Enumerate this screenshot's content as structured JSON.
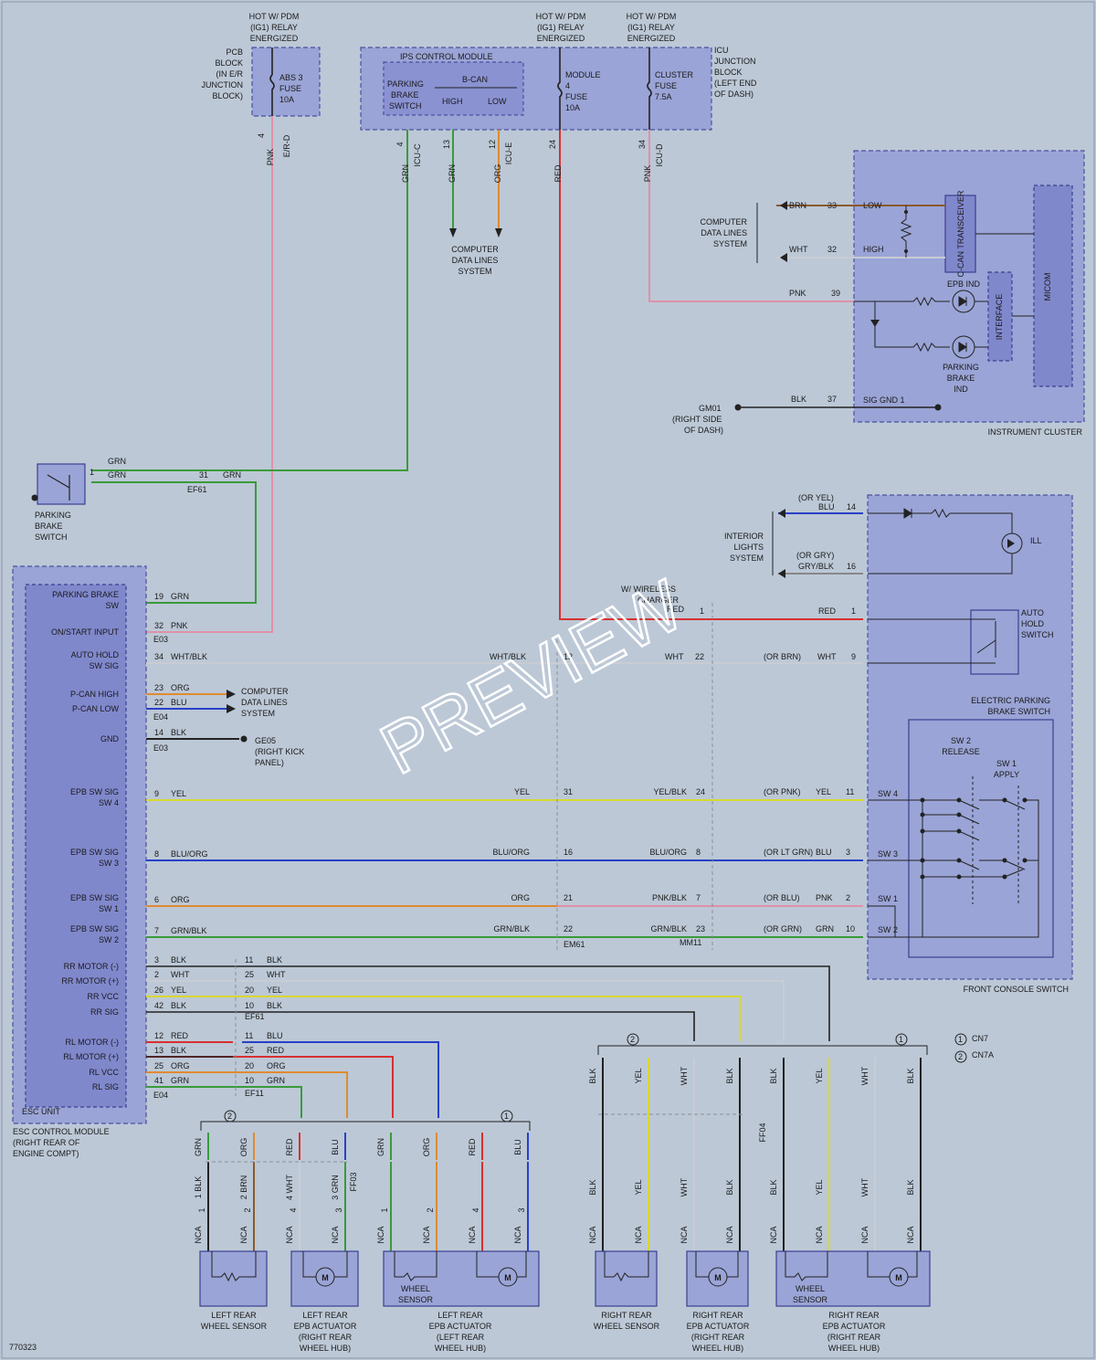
{
  "colors": {
    "grn": "#3a9a3a",
    "pnk": "#e090a8",
    "red": "#d83030",
    "org": "#e08a30",
    "blu": "#2840c8",
    "yel": "#d8d830",
    "wht": "#c8ccd4",
    "blk": "#222222",
    "brn": "#8a5a2a",
    "gry": "#888888"
  },
  "top": {
    "hot_left": [
      "HOT W/ PDM",
      "(IG1) RELAY",
      "ENERGIZED"
    ],
    "hot_mid": [
      "HOT W/ PDM",
      "(IG1) RELAY",
      "ENERGIZED"
    ],
    "hot_right": [
      "HOT W/ PDM",
      "(IG1) RELAY",
      "ENERGIZED"
    ],
    "pcb_block": [
      "PCB",
      "BLOCK",
      "(IN E/R",
      "JUNCTION",
      "BLOCK)"
    ],
    "abs_fuse": [
      "ABS 3",
      "FUSE",
      "10A"
    ],
    "ips_module": "IPS CONTROL MODULE",
    "bcan": "B-CAN",
    "parking_brake_switch": [
      "PARKING",
      "BRAKE",
      "SWITCH"
    ],
    "high": "HIGH",
    "low": "LOW",
    "module_fuse": [
      "MODULE",
      "4",
      "FUSE",
      "10A"
    ],
    "cluster_fuse": [
      "CLUSTER",
      "FUSE",
      "7.5A"
    ],
    "icu_block": [
      "ICU",
      "JUNCTION",
      "BLOCK",
      "(LEFT END",
      "OF DASH)"
    ],
    "pins": [
      {
        "num": "4",
        "wire": "PNK",
        "conn": "E/R-D"
      },
      {
        "num": "4",
        "wire": "GRN",
        "conn": "ICU-C"
      },
      {
        "num": "13",
        "wire": "GRN",
        "conn": ""
      },
      {
        "num": "12",
        "wire": "ORG",
        "conn": "ICU-E"
      },
      {
        "num": "24",
        "wire": "RED",
        "conn": ""
      },
      {
        "num": "34",
        "wire": "PNK",
        "conn": "ICU-D"
      }
    ],
    "computer_data": [
      "COMPUTER",
      "DATA LINES",
      "SYSTEM"
    ]
  },
  "cluster": {
    "title": "INSTRUMENT CLUSTER",
    "computer_data": [
      "COMPUTER",
      "DATA LINES",
      "SYSTEM"
    ],
    "rows": [
      {
        "wire": "BRN",
        "pin": "33",
        "sig": "LOW"
      },
      {
        "wire": "WHT",
        "pin": "32",
        "sig": "HIGH"
      },
      {
        "wire": "PNK",
        "pin": "39",
        "sig": ""
      },
      {
        "wire": "BLK",
        "pin": "37",
        "sig": "SIG GND 1"
      }
    ],
    "can": "C-CAN TRANSCEIVER",
    "micom": "MICOM",
    "interface": "INTERFACE",
    "epb_ind": "EPB IND",
    "park_ind": [
      "PARKING",
      "BRAKE",
      "IND"
    ],
    "gm01": [
      "GM01",
      "(RIGHT SIDE",
      "OF DASH)"
    ]
  },
  "pbswitch": {
    "labels": [
      "PARKING",
      "BRAKE",
      "SWITCH"
    ],
    "w1": "GRN",
    "w2": "GRN",
    "pin": "1",
    "cpin": "31",
    "cwire": "GRN",
    "conn": "EF61"
  },
  "interior": {
    "labels": [
      "INTERIOR",
      "LIGHTS",
      "SYSTEM"
    ],
    "or1": "(OR YEL)",
    "w1": "BLU",
    "p1": "14",
    "or2": "(OR GRY)",
    "w2": "GRY/BLK",
    "p2": "16",
    "ill": "ILL"
  },
  "wireless": [
    "W/ WIRELESS",
    "CHARGER"
  ],
  "esc": {
    "unit": "ESC UNIT",
    "module": [
      "ESC CONTROL MODULE",
      "(RIGHT REAR OF",
      "ENGINE COMPT)"
    ],
    "rows": [
      {
        "label": [
          "PARKING BRAKE",
          "SW"
        ],
        "pin": "19",
        "wire": "GRN"
      },
      {
        "label": [
          "ON/START INPUT"
        ],
        "pin": "32",
        "wire": "PNK"
      },
      {
        "label": [
          "AUTO HOLD",
          "SW SIG"
        ],
        "pin": "34",
        "wire": "WHT/BLK"
      },
      {
        "label": [
          "P-CAN HIGH"
        ],
        "pin": "23",
        "wire": "ORG"
      },
      {
        "label": [
          "P-CAN LOW"
        ],
        "pin": "22",
        "wire": "BLU"
      },
      {
        "label": [
          "GND"
        ],
        "pin": "14",
        "wire": "BLK"
      },
      {
        "label": [
          "EPB SW SIG",
          "SW 4"
        ],
        "pin": "9",
        "wire": "YEL"
      },
      {
        "label": [
          "EPB SW SIG",
          "SW 3"
        ],
        "pin": "8",
        "wire": "BLU/ORG"
      },
      {
        "label": [
          "EPB SW SIG",
          "SW 1"
        ],
        "pin": "6",
        "wire": "ORG"
      },
      {
        "label": [
          "EPB SW SIG",
          "SW 2"
        ],
        "pin": "7",
        "wire": "GRN/BLK"
      }
    ],
    "conns": [
      "E03",
      "E04",
      "E03"
    ],
    "computer_data": [
      "COMPUTER",
      "DATA LINES",
      "SYSTEM"
    ],
    "ge05": [
      "GE05",
      "(RIGHT KICK",
      "PANEL)"
    ],
    "motor_rows": [
      {
        "label": "RR MOTOR (-)",
        "pin": "3",
        "wire": "BLK",
        "p2": "11",
        "w2": "BLK"
      },
      {
        "label": "RR MOTOR (+)",
        "pin": "2",
        "wire": "WHT",
        "p2": "25",
        "w2": "WHT"
      },
      {
        "label": "RR VCC",
        "pin": "26",
        "wire": "YEL",
        "p2": "20",
        "w2": "YEL"
      },
      {
        "label": "RR SIG",
        "pin": "42",
        "wire": "BLK",
        "p2": "10",
        "w2": "BLK"
      },
      {
        "label": "RL MOTOR (-)",
        "pin": "12",
        "wire": "RED",
        "p2": "11",
        "w2": "BLU"
      },
      {
        "label": "RL MOTOR (+)",
        "pin": "13",
        "wire": "BLK",
        "p2": "25",
        "w2": "RED"
      },
      {
        "label": "RL VCC",
        "pin": "25",
        "wire": "ORG",
        "p2": "20",
        "w2": "ORG"
      },
      {
        "label": "RL SIG",
        "pin": "41",
        "wire": "GRN",
        "p2": "10",
        "w2": "GRN"
      }
    ],
    "ef61": "EF61",
    "e04": "E04",
    "ef11": "EF11"
  },
  "mid": {
    "red": "RED",
    "red_pin": "1",
    "red_right": "RED",
    "red_rpin": "1",
    "wb": "WHT/BLK",
    "wb_pin": "12",
    "wb_w": "WHT",
    "wb_p": "22",
    "wb_or": "(OR BRN)",
    "wb_w2": "WHT",
    "wb_p2": "9",
    "sw4": {
      "w1": "YEL",
      "p1": "31",
      "w2": "YEL/BLK",
      "p2": "24",
      "or": "(OR PNK)",
      "w3": "YEL",
      "p3": "11"
    },
    "sw3": {
      "w1": "BLU/ORG",
      "p1": "16",
      "w2": "BLU/ORG",
      "p2": "8",
      "or": "(OR LT GRN)",
      "w3": "BLU",
      "p3": "3"
    },
    "sw1": {
      "w1": "ORG",
      "p1": "21",
      "w2": "PNK/BLK",
      "p2": "7",
      "or": "(OR BLU)",
      "w3": "PNK",
      "p3": "2"
    },
    "sw2": {
      "w1": "GRN/BLK",
      "p1": "22",
      "w2": "GRN/BLK",
      "p2": "23",
      "or": "(OR GRN)",
      "w3": "GRN",
      "p3": "10"
    },
    "em61": "EM61",
    "mm11": "MM11"
  },
  "console": {
    "title": "FRONT CONSOLE SWITCH",
    "auto_hold": [
      "AUTO",
      "HOLD",
      "SWITCH"
    ],
    "epb": [
      "ELECTRIC PARKING",
      "BRAKE SWITCH"
    ],
    "release": [
      "SW 2",
      "RELEASE"
    ],
    "apply": [
      "SW 1",
      "APPLY"
    ],
    "sw": [
      "SW 4",
      "SW 3",
      "SW 1",
      "SW 2"
    ]
  },
  "legend": {
    "c1": "CN7",
    "c2": "CN7A"
  },
  "bottom": {
    "lr_top_wires": [
      "GRN",
      "ORG",
      "RED",
      "BLU"
    ],
    "lr_mid": [
      "BLK",
      "BRN",
      "WHT",
      "GRN"
    ],
    "lr_mid_pins": [
      "1",
      "2",
      "4",
      "3"
    ],
    "ff03": "FF03",
    "nca": "NCA",
    "ll_sensor": [
      "LEFT REAR",
      "WHEEL SENSOR"
    ],
    "ll_act": [
      "LEFT REAR",
      "EPB ACTUATOR",
      "(RIGHT REAR",
      "WHEEL HUB)"
    ],
    "ll_combo": [
      "LEFT REAR",
      "EPB ACTUATOR",
      "(LEFT REAR",
      "WHEEL HUB)"
    ],
    "wheel_sensor": [
      "WHEEL",
      "SENSOR"
    ],
    "rr_top_wires": [
      "BLK",
      "YEL",
      "WHT",
      "BLK"
    ],
    "rr_bot_wires": [
      "BLK",
      "YEL",
      "WHT",
      "BLK"
    ],
    "ff04": "FF04",
    "rr_sensor": [
      "RIGHT REAR",
      "WHEEL SENSOR"
    ],
    "rr_act": [
      "RIGHT REAR",
      "EPB ACTUATOR",
      "(RIGHT REAR",
      "WHEEL HUB)"
    ],
    "rr_combo": [
      "RIGHT REAR",
      "EPB ACTUATOR",
      "(RIGHT REAR",
      "WHEEL HUB)"
    ],
    "code": "770323"
  },
  "watermark": "PREVIEW"
}
